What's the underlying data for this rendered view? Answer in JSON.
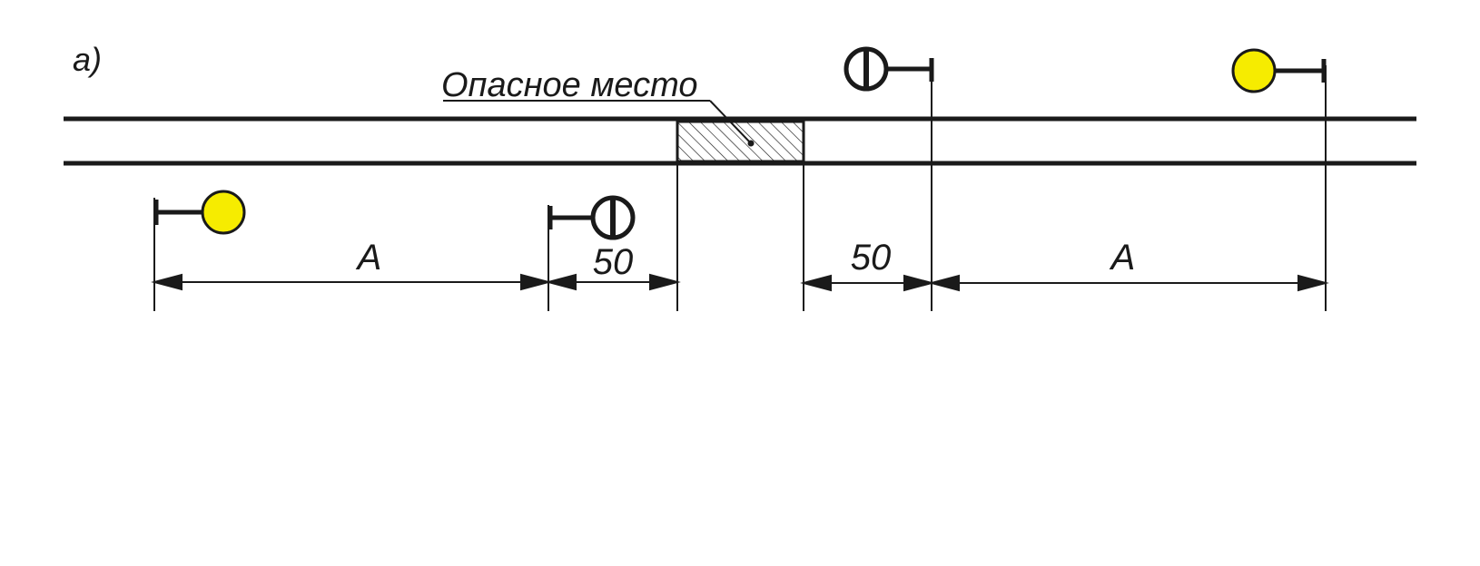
{
  "panel_label": "а)",
  "hazard": {
    "label": "Опасное место"
  },
  "dimensions": {
    "left_far": "А",
    "left_near": "50",
    "right_near": "50",
    "right_far": "А"
  },
  "signals": [
    {
      "name": "left-far-signal",
      "kind": "yellow-disc",
      "side": "below-track"
    },
    {
      "name": "left-near-signal",
      "kind": "stop-disc",
      "side": "below-track"
    },
    {
      "name": "right-near-signal",
      "kind": "stop-disc",
      "side": "above-track"
    },
    {
      "name": "right-far-signal",
      "kind": "yellow-disc",
      "side": "above-track"
    }
  ],
  "colors": {
    "line": "#1a1a1a",
    "warning_signal": "#f6ec00",
    "stop_signal": "#ffffff",
    "hatch": "#1a1a1a"
  }
}
